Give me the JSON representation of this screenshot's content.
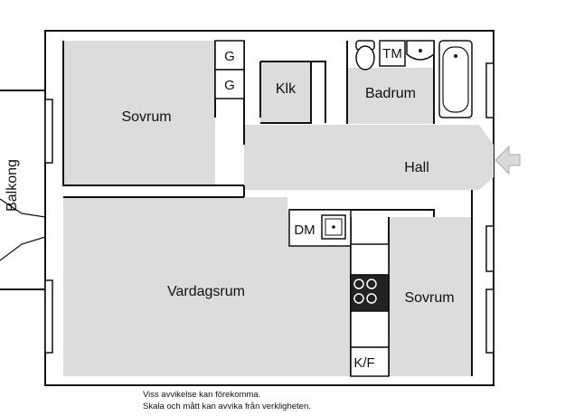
{
  "rooms": {
    "sovrum_1": "Sovrum",
    "klk": "Klk",
    "badrum": "Badrum",
    "hall": "Hall",
    "vardagsrum": "Vardagsrum",
    "sovrum_2": "Sovrum",
    "balkong": "Balkong"
  },
  "fixtures": {
    "garderob_1": "G",
    "garderob_2": "G",
    "tvattmaskin": "TM",
    "diskmaskin": "DM",
    "kyl_frys": "K/F"
  },
  "disclaimer": {
    "line1": "Viss avvikelse kan förekomma.",
    "line2": "Skala och mått kan avvika från verkligheten."
  },
  "colors": {
    "floor": "#dcdcdc",
    "wall": "#111111",
    "entrance_arrow": "#d9d9d9"
  },
  "icons": [
    "toilet-icon",
    "washbasin-icon",
    "bathtub-icon",
    "sink-icon",
    "stove-icon",
    "entrance-arrow-icon",
    "door-swing-icon"
  ]
}
